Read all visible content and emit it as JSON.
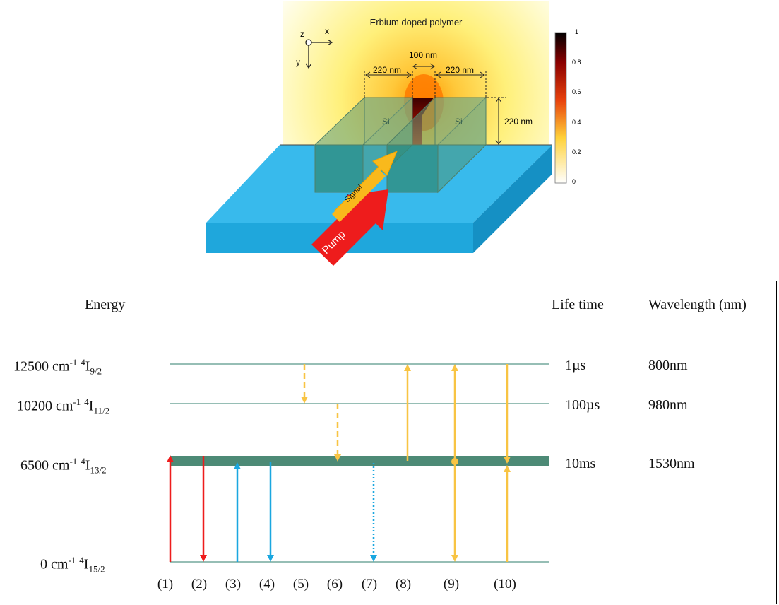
{
  "waveguide": {
    "title": "Erbium doped polymer",
    "axes": {
      "x": "x",
      "y": "y",
      "z": "z"
    },
    "dim_slot": "100 nm",
    "dim_left": "220 nm",
    "dim_right": "220 nm",
    "dim_height": "220 nm",
    "rail_left_label": "Si",
    "rail_right_label": "Si",
    "signal_label": "Signal",
    "pump_label": "Pump",
    "colorbar_ticks": [
      "1",
      "0.8",
      "0.6",
      "0.4",
      "0.2",
      "0"
    ]
  },
  "energy_diagram": {
    "header_energy": "Energy",
    "header_lifetime": "Life time",
    "header_wavelength": "Wavelength (nm)",
    "levels": [
      {
        "energy": "12500 cm",
        "exp": "-1",
        "pre": "4",
        "term": "I",
        "sub": "9/2",
        "lifetime": "1µs",
        "wavelength": "800nm"
      },
      {
        "energy": "10200 cm",
        "exp": "-1",
        "pre": "4",
        "term": "I",
        "sub": "11/2",
        "lifetime": "100µs",
        "wavelength": "980nm"
      },
      {
        "energy": "6500 cm",
        "exp": "-1",
        "pre": "4",
        "term": "I",
        "sub": "13/2",
        "lifetime": "10ms",
        "wavelength": "1530nm"
      },
      {
        "energy": "0 cm",
        "exp": "-1",
        "pre": "4",
        "term": "I",
        "sub": "15/2",
        "lifetime": "",
        "wavelength": ""
      }
    ],
    "transitions": [
      "(1)",
      "(2)",
      "(3)",
      "(4)",
      "(5)",
      "(6)",
      "(7)",
      "(8)",
      "(9)",
      "(10)"
    ],
    "colors": {
      "red": "#ee1c1c",
      "blue": "#1aa7e0",
      "yellow": "#f8c443",
      "level_line": "#2e7d6b",
      "band": "#4d8a76"
    }
  }
}
